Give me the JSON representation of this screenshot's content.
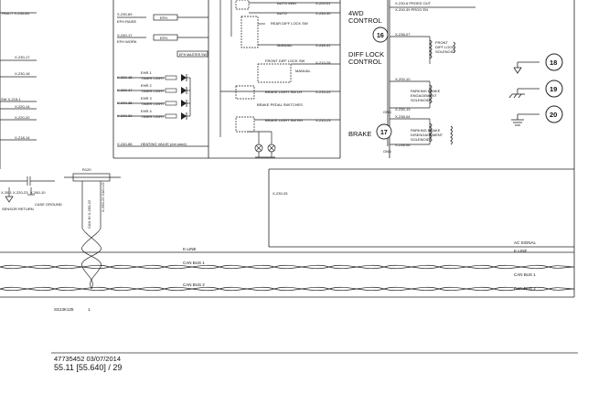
{
  "diagram": {
    "connectors_top_left": [
      "X-230-69",
      "EFH RAISE",
      "X-240-17",
      "EFH WORK",
      "X-220-15",
      "X-220-17",
      "X-240-35",
      "X-240-39",
      "X-240-68"
    ],
    "tag_efh_1": "EFH",
    "tag_efh_2": "EFH",
    "master_sw": "EFH MASTER SW",
    "timers": [
      {
        "title": "EHR 1",
        "sub": "TIMER LIGHT"
      },
      {
        "title": "EHR 2",
        "sub": "TIMER LIGHT"
      },
      {
        "title": "EHR 3",
        "sub": "TIMER LIGHT"
      },
      {
        "title": "EHR 4",
        "sub": "TIMER LIGHT"
      }
    ],
    "heating_valve": "HEATING VALVE (ext used)",
    "left_edge_text": [
      "TRACT X-230-84",
      "X-230-17",
      "X-230-18",
      "SW X-215-1",
      "X-220-14",
      "X-220-20",
      "X-218-14"
    ],
    "center_switches": {
      "auto_4wd": "AUTO 4WD",
      "auto": "AUTO",
      "rear_diff_lock_sw": "REAR DIFF LOCK SW",
      "manual": "MANUAL",
      "front_diff_lock_sw": "FRONT DIFF LOCK SW",
      "manual2": "MANUAL",
      "brake_light_sw_lh": "BRAKE LIGHT SW LH",
      "brake_pedal_switches": "BRAKE PEDAL SWITCHES",
      "brake_light_sw_rh": "BRAKE LIGHT SW RH"
    },
    "center_codes": [
      "X-220-01",
      "X-246-30",
      "X-248-31",
      "X-210-28",
      "X-210-22",
      "X-210-23"
    ],
    "blocks": [
      {
        "line1": "4WD",
        "line2": "CONTROL",
        "num": "16"
      },
      {
        "line1": "DIFF LOCK",
        "line2": "CONTROL",
        "num": ""
      },
      {
        "line1": "BRAKE",
        "line2": "",
        "num": "17"
      }
    ],
    "right_codes_top": [
      "X-230-6   PROED OUT",
      "X-200-39 PROG EN"
    ],
    "right_codes": [
      "X-238-07",
      "X-200-10",
      "X-230-13",
      "X-238-04",
      "X-238-06"
    ],
    "gnd_labels": [
      "GND",
      "GND"
    ],
    "solenoids": [
      {
        "l1": "FRONT",
        "l2": "DIFF LOCK",
        "l3": "SOLENOID"
      },
      {
        "l1": "PARKING BRAKE",
        "l2": "ENGAGEMENT",
        "l3": "SOLENOID"
      },
      {
        "l1": "PARKING BRAKE",
        "l2": "DISENGAGEMENT",
        "l3": "SOLENOID"
      }
    ],
    "ground_refs": [
      "18",
      "19",
      "20"
    ],
    "lower_left": {
      "codes": [
        "X-28-1",
        "X-220-23",
        "X-260-10"
      ],
      "sensor": "SENSOR RETURN",
      "case_gnd": "CASE GROUND",
      "resistor": "R120",
      "can_hi_lo": "CAN HI X-260-22",
      "can_lo": "X-260-22 CAN LO",
      "x_code": "X-230-25"
    },
    "bus_labels": {
      "k_line": "K-LINE",
      "can_bus_1": "CAN BUS 1",
      "can_bus_2": "CAN BUS 2",
      "ac_signal": "AC SIGNAL",
      "k_line_right": "K-LINE",
      "can_bus_1_right": "CAN BUS 1",
      "can_bus_2_right": "CAN BUS 2"
    },
    "figure_id": "SS13K125",
    "figure_num": "1"
  },
  "footer": {
    "doc": "47735452 03/07/2014",
    "page": "55.11 [55.640] / 29"
  }
}
